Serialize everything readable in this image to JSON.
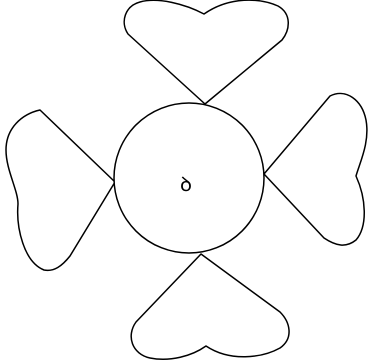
{
  "figure": {
    "center_glyph": "ꝺ",
    "petal_count": 4,
    "petal_shape": "heart",
    "stroke_color": "#000000",
    "fill_color": "#ffffff"
  }
}
